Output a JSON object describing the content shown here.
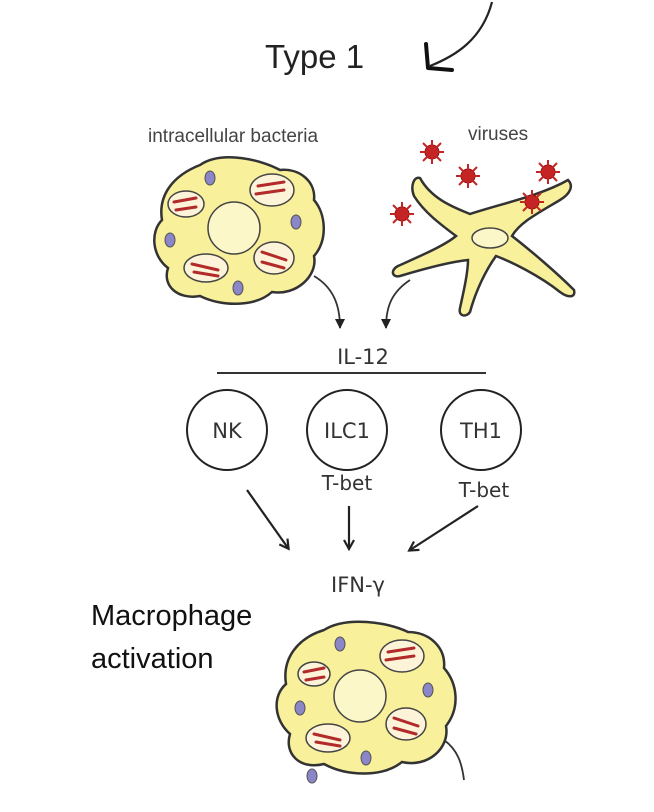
{
  "title": "Type 1",
  "inputs": {
    "left": "intracellular bacteria",
    "right": "viruses"
  },
  "cytokine": "IL-12",
  "nodes": [
    {
      "label": "NK",
      "factor": ""
    },
    {
      "label": "ILC1",
      "factor": "T-bet"
    },
    {
      "label": "TH1",
      "factor": "T-bet"
    }
  ],
  "output": "IFN-γ",
  "caption": {
    "line1": "Macrophage",
    "line2": "activation"
  }
}
